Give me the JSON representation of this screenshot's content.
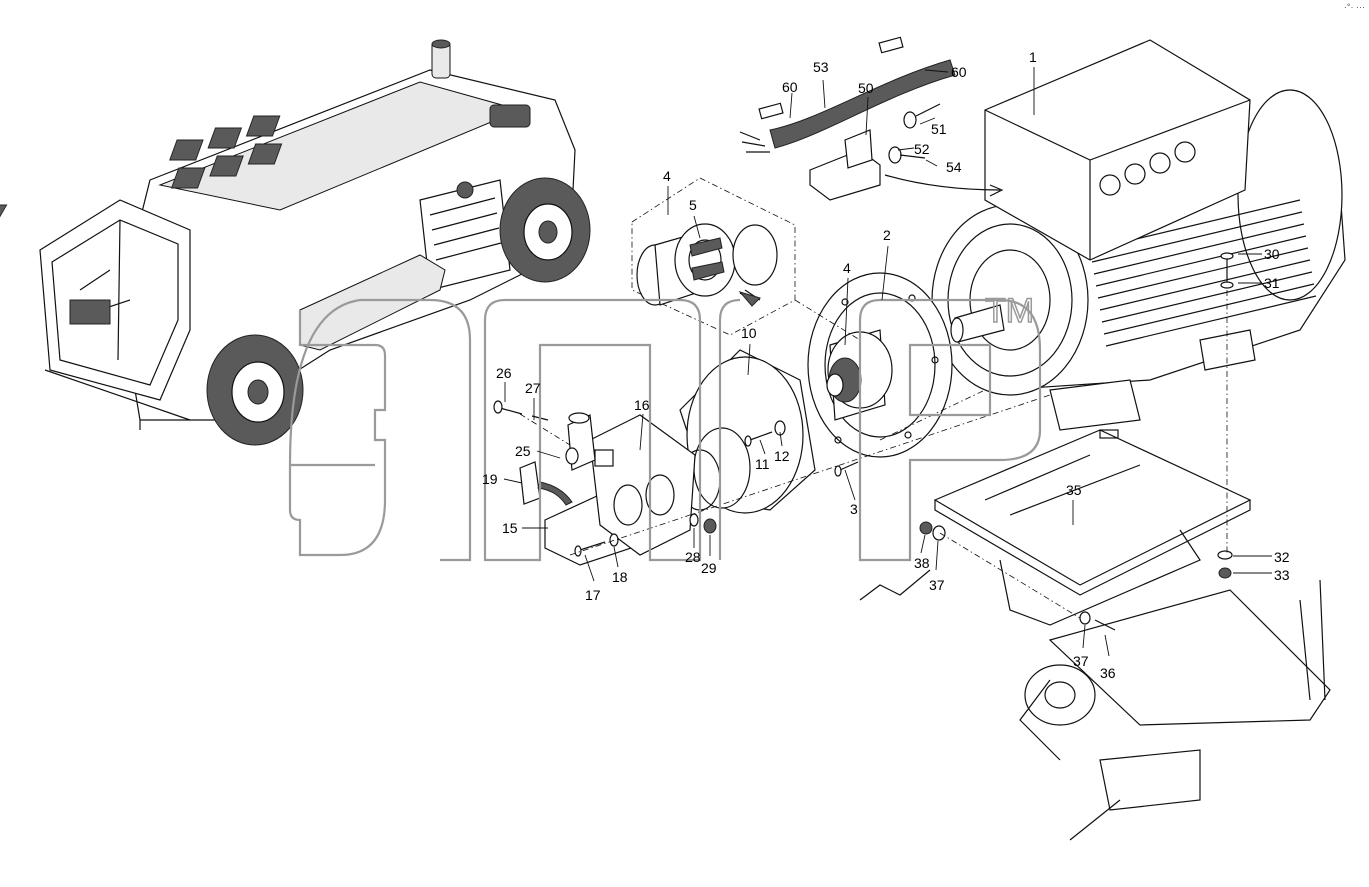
{
  "corner_mark": "·°· ···",
  "callouts": [
    "1",
    "2",
    "3",
    "4",
    "4",
    "5",
    "10",
    "11",
    "12",
    "15",
    "16",
    "17",
    "18",
    "19",
    "25",
    "26",
    "27",
    "28",
    "29",
    "30",
    "31",
    "32",
    "33",
    "35",
    "36",
    "37",
    "37",
    "38",
    "50",
    "51",
    "52",
    "53",
    "54",
    "60",
    "60"
  ],
  "watermark_tm": "TM"
}
